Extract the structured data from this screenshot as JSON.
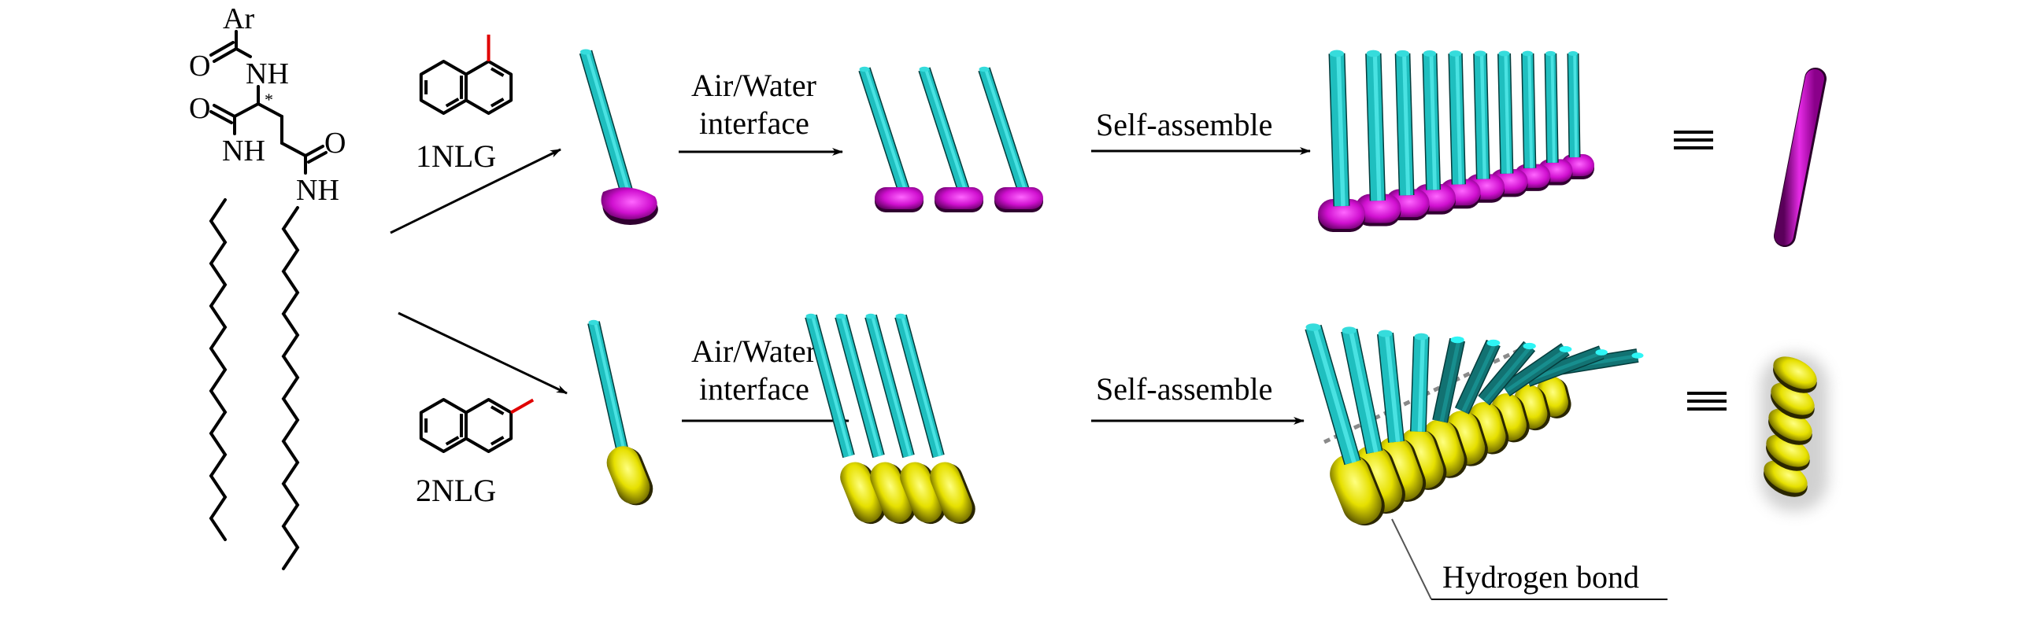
{
  "molecule": {
    "atoms": {
      "ar": "Ar",
      "o1": "O",
      "nh1": "NH",
      "star": "*",
      "o2": "O",
      "nh2": "NH",
      "o3": "O",
      "nh3": "NH"
    }
  },
  "rows": [
    {
      "compound_label": "1NLG",
      "substitution": "1-naphthyl",
      "step1_label_line1": "Air/Water",
      "step1_label_line2": "interface",
      "step2_label": "Self-assemble",
      "equivalence_symbol": "≡",
      "assembled_units": 10,
      "monolayer_units": 3,
      "result": "straight rod"
    },
    {
      "compound_label": "2NLG",
      "substitution": "2-naphthyl",
      "step1_label_line1": "Air/Water",
      "step1_label_line2": "interface",
      "step2_label": "Self-assemble",
      "equivalence_symbol": "≡",
      "assembled_units": 10,
      "monolayer_units": 4,
      "result": "helix",
      "helix_turns": 5,
      "annotation": "Hydrogen bond"
    }
  ],
  "colors": {
    "tail": "#1fbfbf",
    "tail_dark": "#0f8a8a",
    "head_1nlg": "#d61fd6",
    "head_2nlg": "#e4e000",
    "substituent_bond": "#e00000",
    "ink": "#000000",
    "hbond_dash": "#8a8a8a"
  }
}
